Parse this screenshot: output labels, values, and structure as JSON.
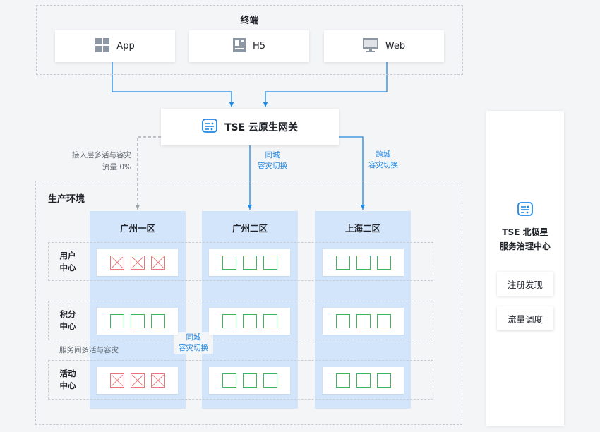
{
  "terminal": {
    "title": "终端",
    "clients": [
      {
        "label": "App",
        "icon": "grid-icon"
      },
      {
        "label": "H5",
        "icon": "document-icon"
      },
      {
        "label": "Web",
        "icon": "monitor-icon"
      }
    ]
  },
  "gateway": {
    "label": "TSE 云原生网关",
    "icon": "gateway-icon"
  },
  "annotations": {
    "access_layer": [
      "接入层多活与容灾",
      "流量 0%"
    ],
    "same_city_top": [
      "同城",
      "容灾切换"
    ],
    "cross_city": [
      "跨城",
      "容灾切换"
    ],
    "same_city_mid": [
      "同城",
      "容灾切换"
    ],
    "service_layer": "服务间多活与容灾"
  },
  "production": {
    "title": "生产环境",
    "regions": [
      "广州一区",
      "广州二区",
      "上海二区"
    ],
    "rows": [
      {
        "label_line1": "用户",
        "label_line2": "中心",
        "states": [
          "fail",
          "ok",
          "ok"
        ]
      },
      {
        "label_line1": "积分",
        "label_line2": "中心",
        "states": [
          "ok",
          "ok",
          "ok"
        ]
      },
      {
        "label_line1": "活动",
        "label_line2": "中心",
        "states": [
          "fail",
          "ok",
          "ok"
        ]
      }
    ]
  },
  "polaris": {
    "title_line1": "TSE 北极星",
    "title_line2": "服务治理中心",
    "icon": "polaris-icon",
    "buttons": [
      "注册发现",
      "流量调度"
    ]
  },
  "colors": {
    "arrow": "#1e88e5",
    "region_bg": "#d3e5fb",
    "ok": "#3db75e",
    "fail": "#e8767a"
  }
}
